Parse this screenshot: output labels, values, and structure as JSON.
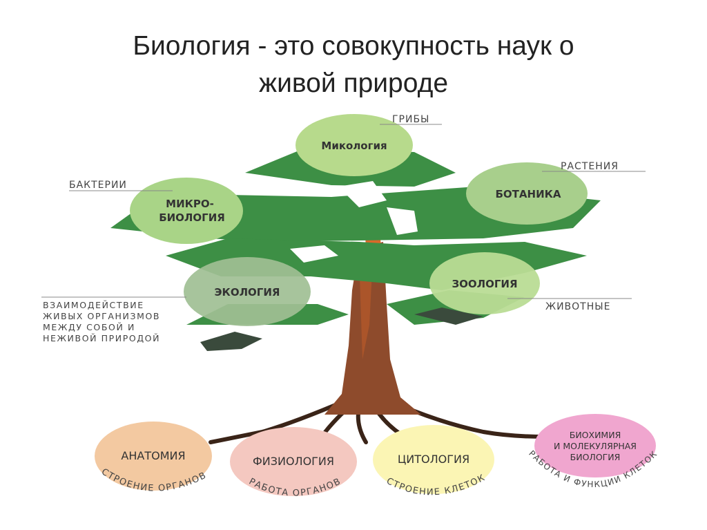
{
  "slide": {
    "title_line1": "Биология - это совокупность наук о",
    "title_line2": "живой природе"
  },
  "tree": {
    "branches": [
      {
        "name": "Микология",
        "caption": "ГРИБЫ",
        "color": "#b7da8c"
      },
      {
        "name_line1": "МИКРО-",
        "name_line2": "БИОЛОГИЯ",
        "caption": "БАКТЕРИИ",
        "color": "#a9d487"
      },
      {
        "name": "БОТАНИКА",
        "caption": "РАСТЕНИЯ",
        "color": "#a8cf8c"
      },
      {
        "name": "ЭКОЛОГИЯ",
        "caption_lines": [
          "ВЗАИМОДЕЙСТВИЕ",
          "ЖИВЫХ ОРГАНИЗМОВ",
          "МЕЖДУ СОБОЙ И",
          "НЕЖИВОЙ ПРИРОДОЙ"
        ],
        "color": "#9fbf94"
      },
      {
        "name": "ЗООЛОГИЯ",
        "caption": "ЖИВОТНЫЕ",
        "color": "#b9dc95"
      }
    ],
    "roots": [
      {
        "name": "АНАТОМИЯ",
        "caption": "СТРОЕНИЕ ОРГАНОВ",
        "color": "#f3c9a1"
      },
      {
        "name": "ФИЗИОЛОГИЯ",
        "caption": "РАБОТА ОРГАНОВ",
        "color": "#f4c8c0"
      },
      {
        "name": "ЦИТОЛОГИЯ",
        "caption": "СТРОЕНИЕ КЛЕТОК",
        "color": "#fbf5b4"
      },
      {
        "name_lines": [
          "БИОХИМИЯ",
          "И МОЛЕКУЛЯРНАЯ",
          "БИОЛОГИЯ"
        ],
        "caption": "РАБОТА И ФУНКЦИИ КЛЕТОК",
        "color": "#f0a6cf"
      }
    ]
  },
  "colors": {
    "foliage": "#3d8f45",
    "foliage_light": "#5aa85b",
    "trunk": "#8e4b2c",
    "trunk_accent": "#d9692a",
    "root": "#3a2418"
  }
}
